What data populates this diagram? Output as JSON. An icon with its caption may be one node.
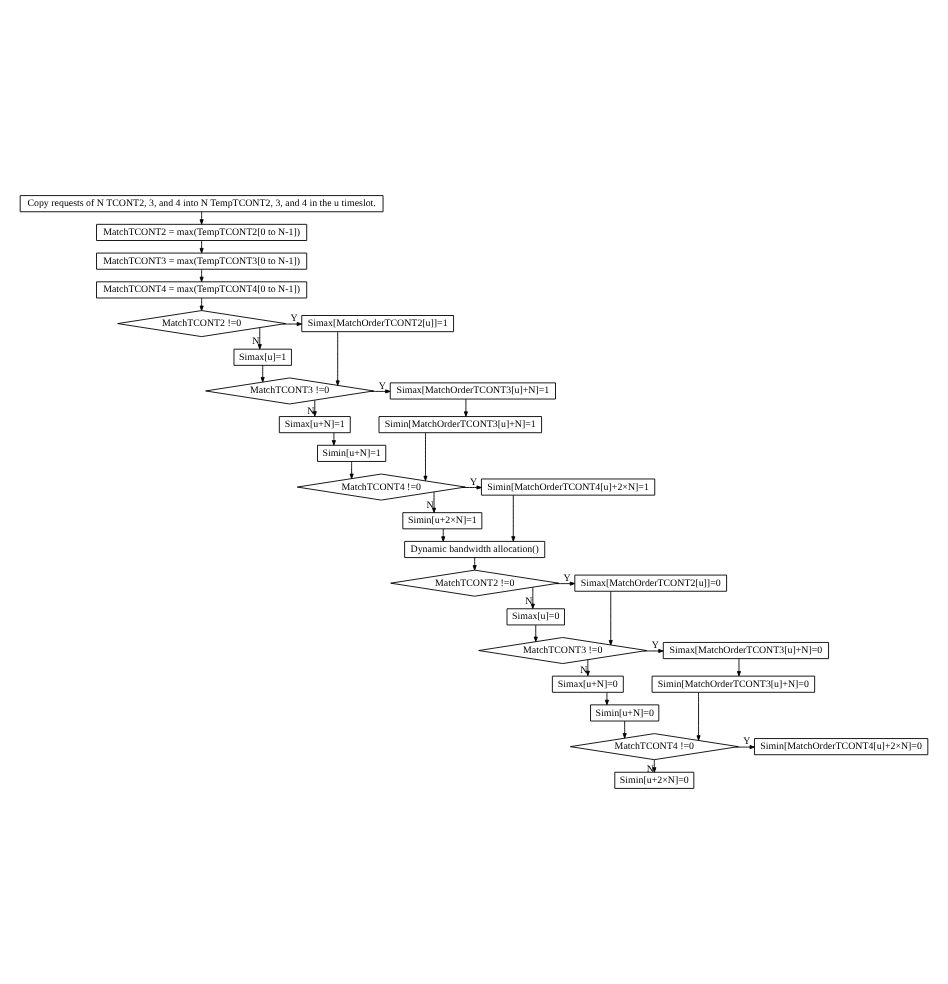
{
  "diagram": {
    "nodes": [
      {
        "text": [
          "Copy requests of N TCONT2, 3, and 4 into N TempTCONT2, 3, and 4 in the u timeslot."
        ]
      },
      {
        "text": [
          "MatchTCONT2 = max(TempTCONT2[0 to N-1])"
        ]
      },
      {
        "text": [
          "MatchTCONT3 = max(TempTCONT3[0 to N-1])"
        ]
      },
      {
        "text": [
          "MatchTCONT4 = max(TempTCONT4[0 to N-1])"
        ]
      },
      {
        "text": [
          "MatchTCONT2 !=0"
        ]
      },
      {
        "text": [
          "Simax[MatchOrderTCONT2[u]]=1"
        ]
      },
      {
        "text": [
          "Simax[u]=1"
        ]
      },
      {
        "text": [
          "MatchTCONT3 !=0"
        ]
      },
      {
        "text": [
          "Simax[MatchOrderTCONT3[u]+N]=1"
        ]
      },
      {
        "text": [
          "Simin[MatchOrderTCONT3[u]+N]=1"
        ]
      },
      {
        "text": [
          "Simax[u+N]=1"
        ]
      },
      {
        "text": [
          "Simin[u+N]=1"
        ]
      },
      {
        "text": [
          "MatchTCONT4 !=0"
        ]
      },
      {
        "text": [
          "Simin[MatchOrderTCONT4[u]+2×N]=1"
        ]
      },
      {
        "text": [
          "Simin[u+2×N]=1"
        ]
      },
      {
        "text": [
          "Dynamic bandwidth allocation()"
        ]
      },
      {
        "text": [
          "MatchTCONT2 !=0"
        ]
      },
      {
        "text": [
          "Simax[MatchOrderTCONT2[u]]=0"
        ]
      },
      {
        "text": [
          "Simax[u]=0"
        ]
      },
      {
        "text": [
          "MatchTCONT3 !=0"
        ]
      },
      {
        "text": [
          "Simax[MatchOrderTCONT3[u]+N]=0"
        ]
      },
      {
        "text": [
          "Simin[MatchOrderTCONT3[u]+N]=0"
        ]
      },
      {
        "text": [
          "Simax[u+N]=0"
        ]
      },
      {
        "text": [
          "Simin[u+N]=0"
        ]
      },
      {
        "text": [
          "MatchTCONT4 !=0"
        ]
      },
      {
        "text": [
          "Simin[MatchOrderTCONT4[u]+2×N]=0"
        ]
      },
      {
        "text": [
          "Simin[u+2×N]=0"
        ]
      }
    ],
    "edges": [
      {
        "from": 0,
        "to": 1,
        "arrow": "to"
      },
      {
        "from": 1,
        "to": 2,
        "arrow": "to"
      },
      {
        "from": 2,
        "to": 3,
        "arrow": "to"
      },
      {
        "from": 3,
        "to": 4,
        "arrow": "to"
      },
      {
        "from": 4,
        "to": 5,
        "arrow": "to",
        "label": "Y"
      },
      {
        "from": 4,
        "to": 6,
        "arrow": "to",
        "label": "N"
      },
      {
        "from": 5,
        "to": 7,
        "arrow": "to"
      },
      {
        "from": 6,
        "to": 7,
        "arrow": "to"
      },
      {
        "from": 7,
        "to": 8,
        "arrow": "to",
        "label": "Y"
      },
      {
        "from": 7,
        "to": 10,
        "arrow": "to",
        "label": "N"
      },
      {
        "from": 8,
        "to": 9,
        "arrow": "to"
      },
      {
        "from": 9,
        "to": 12,
        "arrow": "to"
      },
      {
        "from": 10,
        "to": 11,
        "arrow": "to"
      },
      {
        "from": 11,
        "to": 12,
        "arrow": "to"
      },
      {
        "from": 12,
        "to": 13,
        "arrow": "to",
        "label": "Y"
      },
      {
        "from": 12,
        "to": 14,
        "arrow": "to",
        "label": "N"
      },
      {
        "from": 13,
        "to": 15,
        "arrow": "to"
      },
      {
        "from": 14,
        "to": 15,
        "arrow": "to"
      },
      {
        "from": 15,
        "to": 16,
        "arrow": "to"
      },
      {
        "from": 16,
        "to": 17,
        "arrow": "to",
        "label": "Y"
      },
      {
        "from": 16,
        "to": 18,
        "arrow": "to",
        "label": "N"
      },
      {
        "from": 17,
        "to": 19,
        "arrow": "to"
      },
      {
        "from": 18,
        "to": 19,
        "arrow": "to"
      },
      {
        "from": 19,
        "to": 20,
        "arrow": "to",
        "label": "Y"
      },
      {
        "from": 19,
        "to": 22,
        "arrow": "to",
        "label": "N"
      },
      {
        "from": 20,
        "to": 21,
        "arrow": "to"
      },
      {
        "from": 21,
        "to": 24,
        "arrow": "to"
      },
      {
        "from": 22,
        "to": 23,
        "arrow": "to"
      },
      {
        "from": 23,
        "to": 24,
        "arrow": "to"
      },
      {
        "from": 24,
        "to": 25,
        "arrow": "to",
        "label": "Y"
      },
      {
        "from": 24,
        "to": 26,
        "arrow": "to",
        "label": "N"
      }
    ]
  }
}
